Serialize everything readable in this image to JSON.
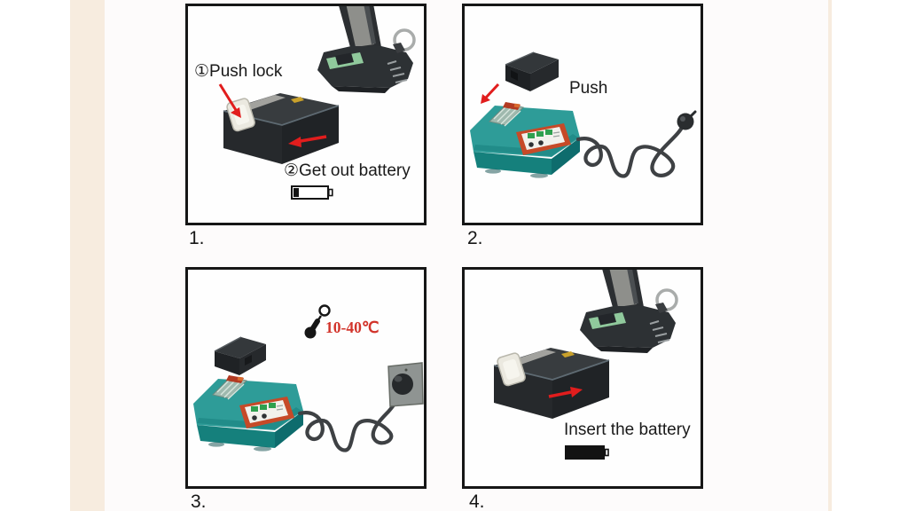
{
  "page": {
    "background": "#ffffff",
    "accent_stripe_color": "#f7ecdf",
    "panel_border_color": "#161616"
  },
  "colors": {
    "charger_teal": "#2e9c98",
    "charger_teal_dark": "#15807c",
    "charger_label_orange": "#c64a28",
    "display_green": "#2fa04f",
    "arrow_red": "#e11d1d",
    "temperature_red": "#d2342b",
    "device_dark": "#26292c",
    "tool_green_label": "#90c99c"
  },
  "icons": {
    "battery_empty": "battery-empty-icon",
    "battery_full": "battery-full-icon",
    "thermometer": "thermometer-icon",
    "direction_arrow": "red-arrow-icon"
  },
  "panels": [
    {
      "number": "1.",
      "labels": {
        "step_a": "①Push lock",
        "step_b": "②Get out battery"
      }
    },
    {
      "number": "2.",
      "labels": {
        "action": "Push"
      }
    },
    {
      "number": "3.",
      "labels": {
        "temperature_range": "10-40℃"
      }
    },
    {
      "number": "4.",
      "labels": {
        "action": "Insert the battery"
      }
    }
  ]
}
